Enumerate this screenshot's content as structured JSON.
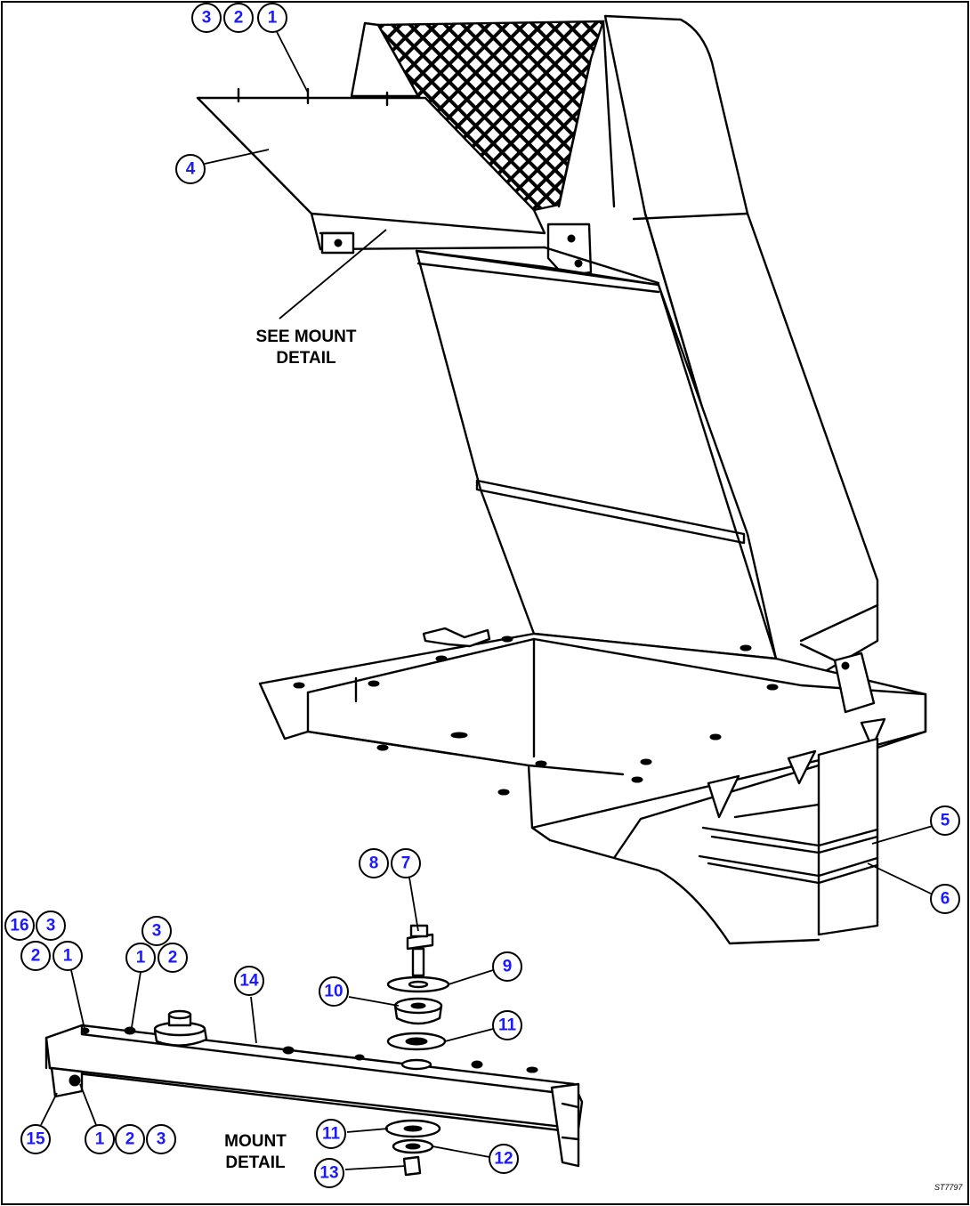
{
  "labels": {
    "see_mount": [
      "SEE MOUNT",
      "DETAIL"
    ],
    "mount_detail": [
      "MOUNT",
      "DETAIL"
    ],
    "figure_code": "ST7797"
  },
  "balloons": [
    {
      "id": "b-3-top",
      "text": "3"
    },
    {
      "id": "b-2-top",
      "text": "2"
    },
    {
      "id": "b-1-top",
      "text": "1"
    },
    {
      "id": "b-4",
      "text": "4"
    },
    {
      "id": "b-5",
      "text": "5"
    },
    {
      "id": "b-6",
      "text": "6"
    },
    {
      "id": "b-8",
      "text": "8"
    },
    {
      "id": "b-7",
      "text": "7"
    },
    {
      "id": "b-16",
      "text": "16"
    },
    {
      "id": "b-3-left",
      "text": "3"
    },
    {
      "id": "b-2-left",
      "text": "2"
    },
    {
      "id": "b-1-left",
      "text": "1"
    },
    {
      "id": "b-3-mid",
      "text": "3"
    },
    {
      "id": "b-1-mid",
      "text": "1"
    },
    {
      "id": "b-2-mid",
      "text": "2"
    },
    {
      "id": "b-14",
      "text": "14"
    },
    {
      "id": "b-9",
      "text": "9"
    },
    {
      "id": "b-10",
      "text": "10"
    },
    {
      "id": "b-11-top",
      "text": "11"
    },
    {
      "id": "b-11-bot",
      "text": "11"
    },
    {
      "id": "b-12",
      "text": "12"
    },
    {
      "id": "b-13",
      "text": "13"
    },
    {
      "id": "b-15",
      "text": "15"
    },
    {
      "id": "b-1-bot",
      "text": "1"
    },
    {
      "id": "b-2-bot",
      "text": "2"
    },
    {
      "id": "b-3-bot",
      "text": "3"
    }
  ]
}
